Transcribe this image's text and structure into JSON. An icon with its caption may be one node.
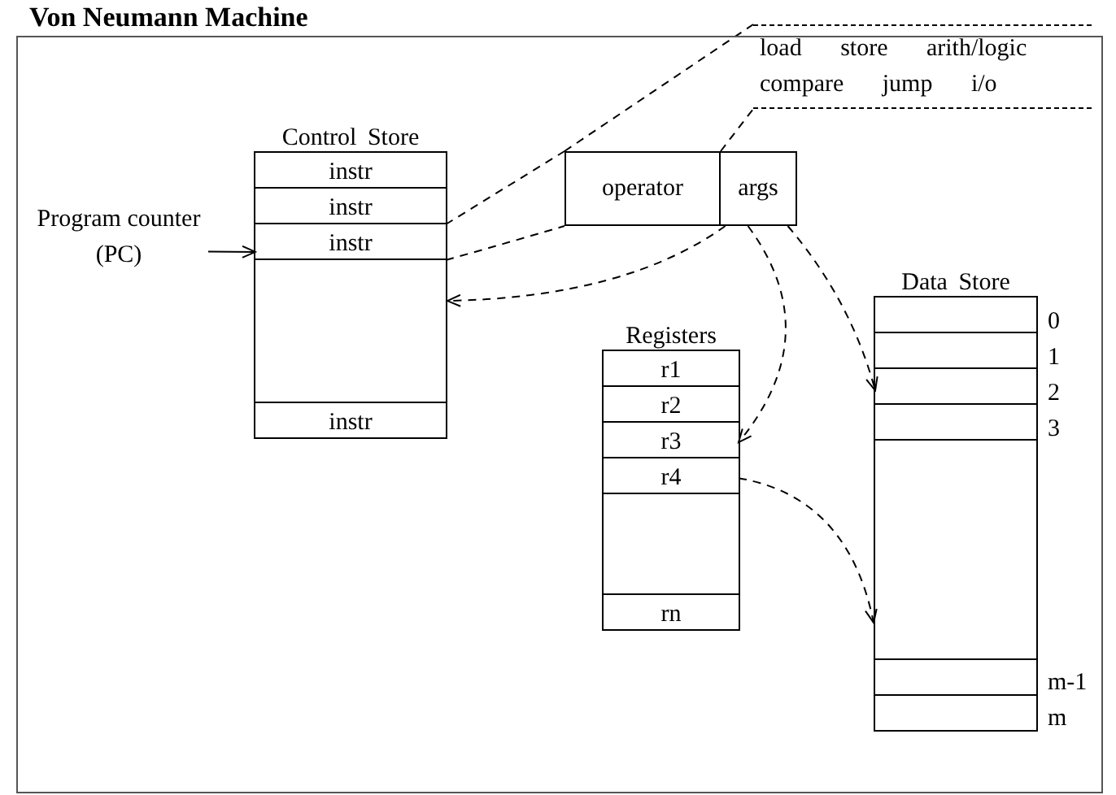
{
  "diagram": {
    "title": "Von Neumann Machine",
    "nodes": [
      {
        "text": [
          "Control Store"
        ]
      },
      {
        "text": [
          "instr"
        ],
        "in": 0
      },
      {
        "text": [
          "instr"
        ],
        "in": 0
      },
      {
        "text": [
          "instr"
        ],
        "in": 0
      },
      {
        "text": [
          "instr"
        ],
        "in": 0
      },
      {
        "text": [
          "Program counter (PC)"
        ]
      },
      {
        "text": [
          "operator"
        ]
      },
      {
        "text": [
          "args"
        ]
      },
      {
        "text": [
          "load store arith/logic",
          "compare jump i/o"
        ]
      },
      {
        "text": [
          "Registers"
        ]
      },
      {
        "text": [
          "r1"
        ],
        "in": 9
      },
      {
        "text": [
          "r2"
        ],
        "in": 9
      },
      {
        "text": [
          "r3"
        ],
        "in": 9
      },
      {
        "text": [
          "r4"
        ],
        "in": 9
      },
      {
        "text": [
          "rn"
        ],
        "in": 9
      },
      {
        "text": [
          "Data Store"
        ]
      },
      {
        "text": [],
        "shape": "box",
        "beside": [
          "0"
        ],
        "in": 15
      },
      {
        "text": [],
        "shape": "box",
        "beside": [
          "1"
        ],
        "in": 15
      },
      {
        "text": [],
        "shape": "box",
        "beside": [
          "2"
        ],
        "in": 15
      },
      {
        "text": [],
        "shape": "box",
        "beside": [
          "3"
        ],
        "in": 15
      },
      {
        "text": [],
        "shape": "box",
        "beside": [
          "m-1"
        ],
        "in": 15
      },
      {
        "text": [],
        "shape": "box",
        "beside": [
          "m"
        ],
        "in": 15
      }
    ],
    "edges": [
      {
        "from": 5,
        "to": 3,
        "arrow": "to"
      },
      {
        "from": 2,
        "to": 6,
        "arrow": "none",
        "style": "dashed"
      },
      {
        "from": 3,
        "to": 6,
        "arrow": "none",
        "style": "dashed"
      },
      {
        "from": 6,
        "to": 8,
        "arrow": "none",
        "style": "dashed"
      },
      {
        "from": 6,
        "to": 8,
        "arrow": "none",
        "style": "dashed"
      },
      {
        "from": 7,
        "to": 0,
        "arrow": "to",
        "style": "dashed"
      },
      {
        "from": 7,
        "to": 12,
        "arrow": "to",
        "style": "dashed"
      },
      {
        "from": 7,
        "to": 18,
        "arrow": "to",
        "style": "dashed"
      },
      {
        "from": 13,
        "to": 15,
        "arrow": "to",
        "style": "dashed"
      }
    ]
  }
}
